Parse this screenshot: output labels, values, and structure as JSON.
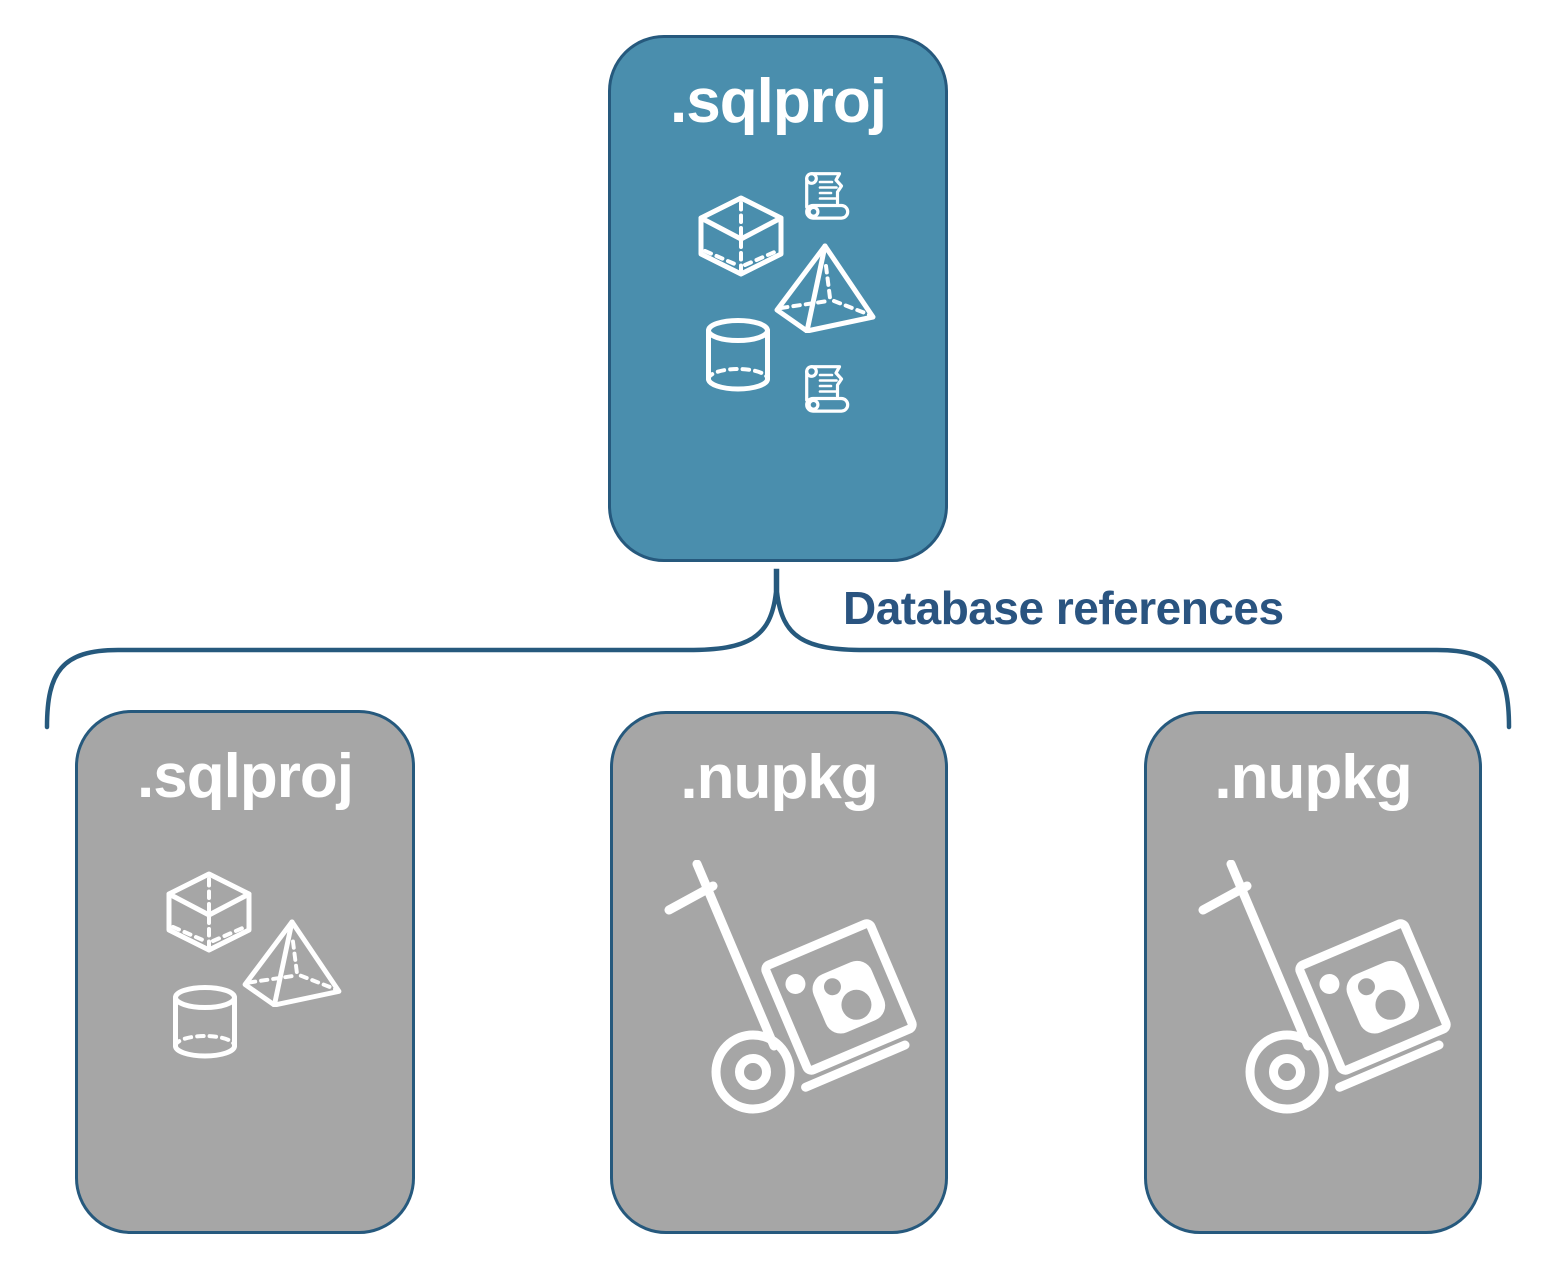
{
  "diagram": {
    "root_box": {
      "label": ".sqlproj",
      "background": "#4A8EAD",
      "border": "#26597D",
      "text_color": "#FFFFFF",
      "icons": [
        "script-scroll",
        "cube",
        "pyramid",
        "cylinder",
        "script-scroll"
      ]
    },
    "connector": {
      "label": "Database references",
      "label_color": "#2A5480",
      "brace_color": "#26597D"
    },
    "child_boxes": [
      {
        "label": ".sqlproj",
        "background": "#A6A6A6",
        "border": "#26597D",
        "text_color": "#FFFFFF",
        "icons": [
          "cube",
          "pyramid",
          "cylinder"
        ]
      },
      {
        "label": ".nupkg",
        "background": "#A6A6A6",
        "border": "#26597D",
        "text_color": "#FFFFFF",
        "icons": [
          "handtruck-package"
        ]
      },
      {
        "label": ".nupkg",
        "background": "#A6A6A6",
        "border": "#26597D",
        "text_color": "#FFFFFF",
        "icons": [
          "handtruck-package"
        ]
      }
    ],
    "palette": {
      "page_background": "#FFFFFF",
      "icon_color": "#FFFFFF"
    }
  }
}
